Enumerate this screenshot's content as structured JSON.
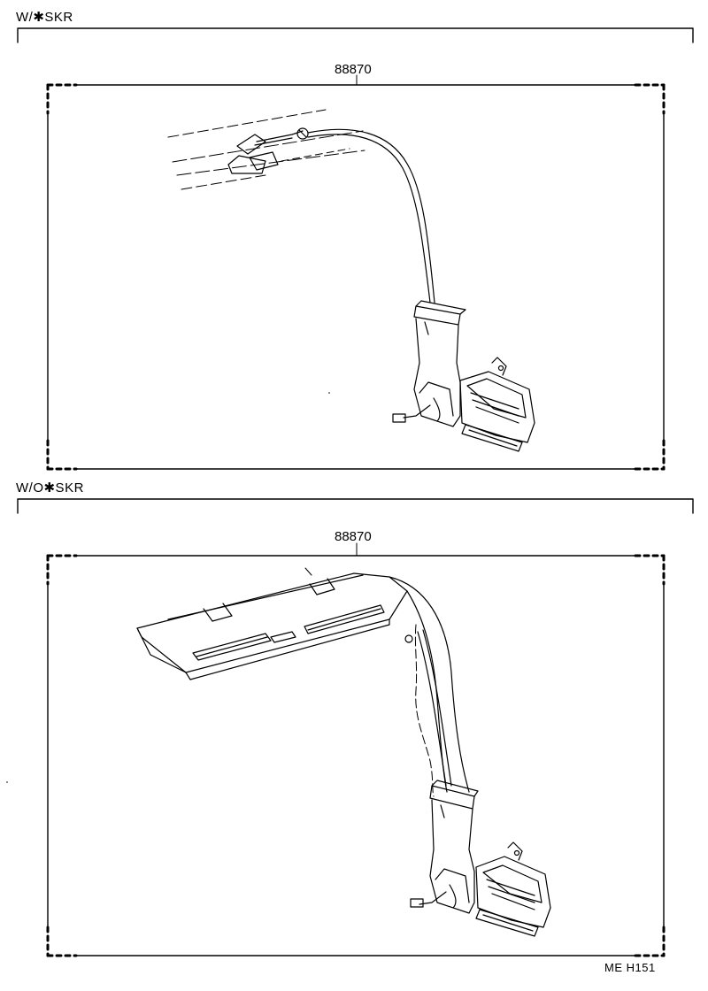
{
  "sections": [
    {
      "variant_label": "W/✱SKR",
      "part_number": "88870"
    },
    {
      "variant_label": "W/O✱SKR",
      "part_number": "88870"
    }
  ],
  "footer": {
    "code": "ME  H151"
  }
}
